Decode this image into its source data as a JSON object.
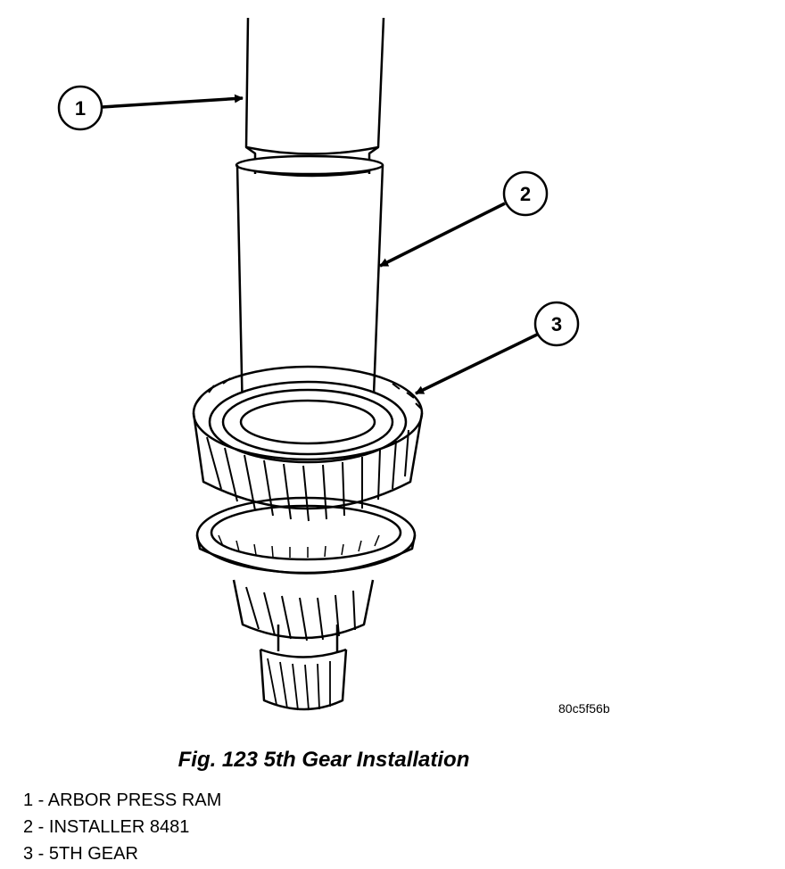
{
  "callouts": [
    {
      "number": "1",
      "label": "ARBOR PRESS RAM"
    },
    {
      "number": "2",
      "label": "INSTALLER 8481"
    },
    {
      "number": "3",
      "label": "5TH GEAR"
    }
  ],
  "reference_code": "80c5f56b",
  "caption": "Fig. 123 5th Gear Installation",
  "legend": [
    "1 - ARBOR PRESS RAM",
    "2 - INSTALLER 8481",
    "3 - 5TH GEAR"
  ],
  "colors": {
    "ink": "#000000",
    "paper": "#ffffff"
  }
}
